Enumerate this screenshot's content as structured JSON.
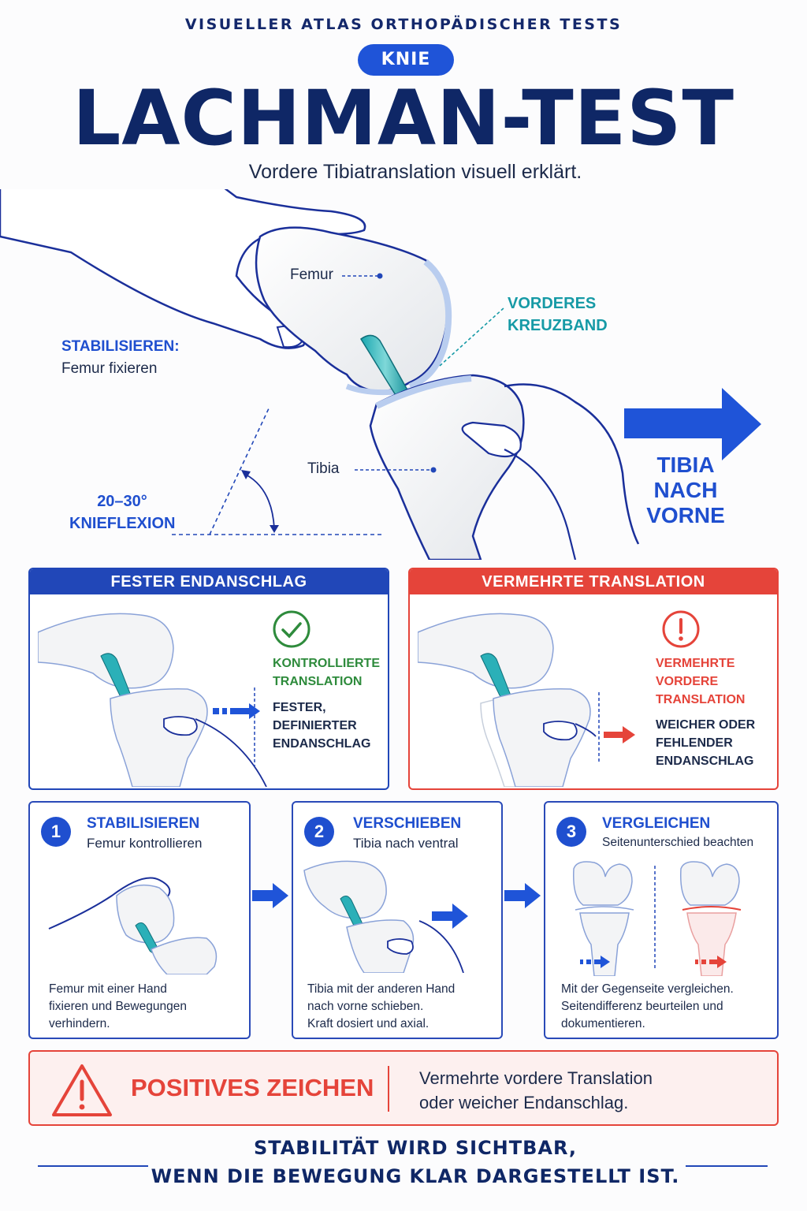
{
  "header": {
    "kicker": "VISUELLER ATLAS ORTHOPÄDISCHER TESTS",
    "badge": "KNIE",
    "title": "LACHMAN-TEST",
    "subtitle": "Vordere Tibiatranslation visuell erklärt."
  },
  "main_illustration": {
    "femur_label": "Femur",
    "tibia_label": "Tibia",
    "ligament_label_line1": "VORDERES",
    "ligament_label_line2": "KREUZBAND",
    "stabilize_title": "STABILISIEREN:",
    "stabilize_text": "Femur fixieren",
    "flexion_line1": "20–30°",
    "flexion_line2": "KNIEFLEXION",
    "arrow_line1": "TIBIA",
    "arrow_line2": "NACH",
    "arrow_line3": "VORNE"
  },
  "comparison": {
    "normal": {
      "header": "FESTER ENDANSCHLAG",
      "status_line1": "KONTROLLIERTE",
      "status_line2": "TRANSLATION",
      "desc_line1": "FESTER,",
      "desc_line2": "DEFINIERTER",
      "desc_line3": "ENDANSCHLAG"
    },
    "abnormal": {
      "header": "VERMEHRTE TRANSLATION",
      "status_line1": "VERMEHRTE",
      "status_line2": "VORDERE",
      "status_line3": "TRANSLATION",
      "desc_line1": "WEICHER ODER",
      "desc_line2": "FEHLENDER",
      "desc_line3": "ENDANSCHLAG"
    }
  },
  "steps": [
    {
      "number": "1",
      "title": "STABILISIEREN",
      "subtitle": "Femur kontrollieren",
      "text_line1": "Femur mit einer Hand",
      "text_line2": "fixieren und Bewegungen",
      "text_line3": "verhindern."
    },
    {
      "number": "2",
      "title": "VERSCHIEBEN",
      "subtitle": "Tibia nach ventral",
      "text_line1": "Tibia mit der anderen Hand",
      "text_line2": "nach vorne schieben.",
      "text_line3": "Kraft dosiert und axial."
    },
    {
      "number": "3",
      "title": "VERGLEICHEN",
      "subtitle": "Seitenunterschied beachten",
      "text_line1": "Mit der Gegenseite vergleichen.",
      "text_line2": "Seitendifferenz beurteilen und",
      "text_line3": "dokumentieren."
    }
  ],
  "warning": {
    "title": "POSITIVES ZEICHEN",
    "text_line1": "Vermehrte vordere Translation",
    "text_line2": "oder weicher Endanschlag."
  },
  "footer": {
    "line1": "STABILITÄT WIRD SICHTBAR,",
    "line2": "WENN DIE BEWEGUNG KLAR DARGESTELLT IST."
  },
  "colors": {
    "navy": "#0f2766",
    "blue": "#1f4fcf",
    "teal": "#169aa6",
    "green": "#2e8b3c",
    "red": "#e5443a"
  },
  "icons": [
    "check-circle-icon",
    "exclamation-circle-icon",
    "warning-triangle-icon",
    "arrow-right-icon"
  ]
}
